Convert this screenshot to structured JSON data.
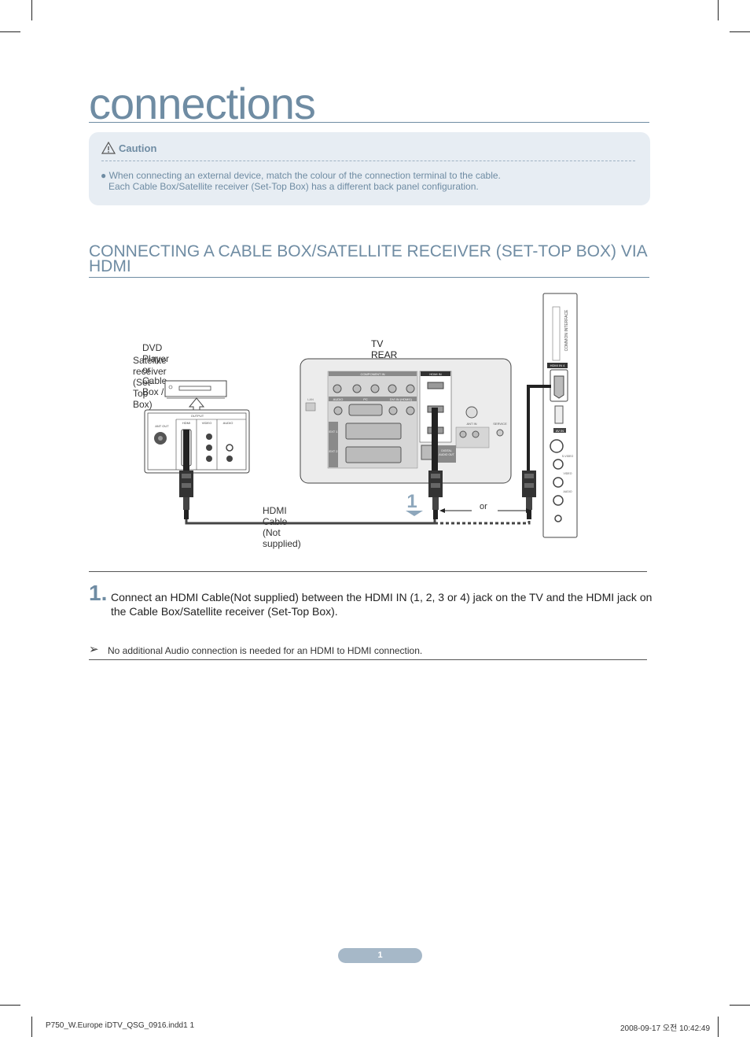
{
  "page": {
    "title": "connections",
    "caution": {
      "heading": "Caution",
      "line1": "● When connecting an external device, match the colour of the connection terminal to the cable.",
      "line2": "Each Cable Box/Satellite receiver (Set-Top Box) has a different back panel configuration."
    },
    "section_title": "CONNECTING A CABLE BOX/SATELLITE RECEIVER (SET-TOP BOX) VIA HDMI",
    "diagram": {
      "device_label_line1": "DVD Player or Cable Box /",
      "device_label_line2": "Satellite receiver (Set-Top Box)",
      "tv_rear_panel": "TV REAR PANEL",
      "cable_label": "HDMI Cable (Not supplied)",
      "step_marker": "1",
      "or_label": "or",
      "stb_port_hdmi": "HDMI",
      "stb_port_video": "VIDEO",
      "stb_port_audio": "AUDIO",
      "stb_output": "OUTPUT",
      "stb_antenna": "ANT OUT",
      "panel_component_in": "COMPONENT IN",
      "panel_hdmi_in": "HDMI IN",
      "panel_pc": "PC",
      "panel_dvi": "DVI IN (HDMI1)",
      "panel_audio": "AUDIO",
      "panel_lan": "LAN",
      "panel_ant_in": "ANT IN",
      "panel_service": "SERVICE",
      "panel_ext1": "EXT 1",
      "panel_ext2": "EXT 2",
      "panel_digital_audio": "DIGITAL AUDIO OUT (OPTICAL)",
      "side_hdmi": "HDMI IN 4",
      "side_av_in": "AV IN",
      "side_common_interface": "COMMON INTERFACE",
      "side_video": "VIDEO",
      "side_audio": "AUDIO",
      "side_svideo": "S-VIDEO"
    },
    "step": {
      "number": "1.",
      "text": "Connect an HDMI Cable(Not supplied) between the HDMI IN (1, 2, 3 or 4) jack on the TV and the HDMI jack on the Cable Box/Satellite receiver (Set-Top Box)."
    },
    "note": {
      "arrow": "➢",
      "text": "No additional Audio connection is needed for an HDMI to HDMI connection."
    },
    "page_number": "1",
    "footer_file": "P750_W.Europe iDTV_QSG_0916.indd1   1",
    "footer_date": "2008-09-17   오전 10:42:49"
  },
  "colors": {
    "accent": "#6f8ca3",
    "caution_bg": "#e7edf3",
    "page_pill": "#a6b8c8"
  }
}
